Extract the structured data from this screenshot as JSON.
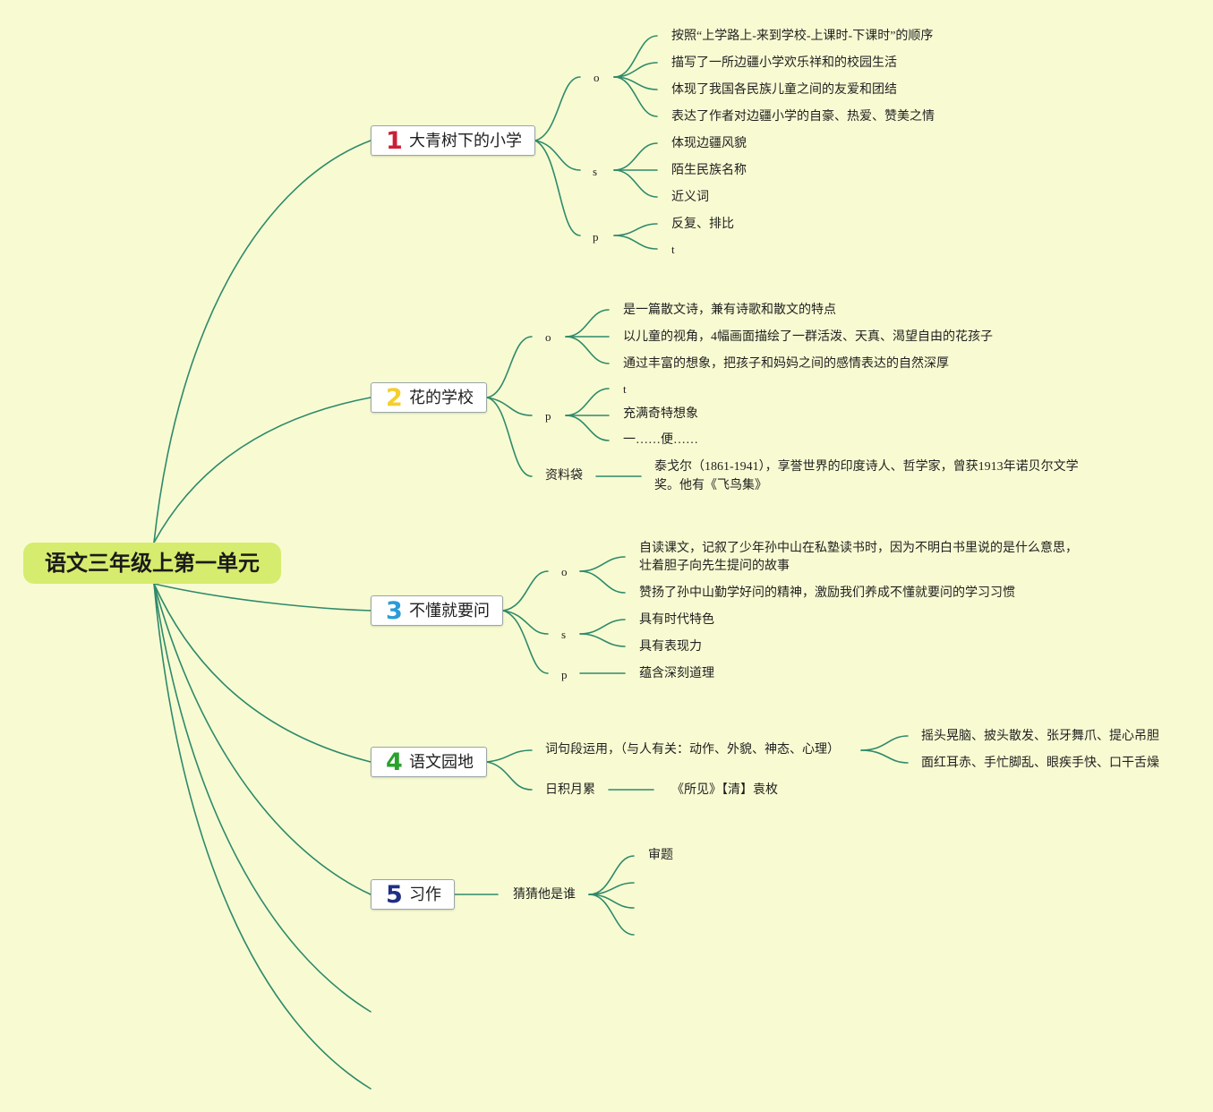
{
  "root": {
    "title": "语文三年级上第一单元"
  },
  "lesson1": {
    "number": "1",
    "title": "大青树下的小学",
    "number_color": "#cc1f36",
    "key_o": "o",
    "key_s": "s",
    "key_p": "p",
    "o_items": [
      "按照“上学路上-来到学校-上课时-下课时”的顺序",
      "描写了一所边疆小学欢乐祥和的校园生活",
      "体现了我国各民族儿童之间的友爱和团结",
      "表达了作者对边疆小学的自豪、热爱、赞美之情"
    ],
    "s_items": [
      "体现边疆风貌",
      "陌生民族名称",
      "近义词"
    ],
    "p_items": [
      "反复、排比",
      "t"
    ]
  },
  "lesson2": {
    "number": "2",
    "title": "花的学校",
    "number_color": "#f4cf2c",
    "key_o": "o",
    "key_p": "p",
    "ziliao_label": "资料袋",
    "o_items": [
      "是一篇散文诗，兼有诗歌和散文的特点",
      "以儿童的视角，4幅画面描绘了一群活泼、天真、渴望自由的花孩子",
      "通过丰富的想象，把孩子和妈妈之间的感情表达的自然深厚"
    ],
    "p_items": [
      "t",
      "充满奇特想象",
      "一……便……"
    ],
    "ziliao_line1": "泰戈尔（1861-1941），享誉世界的印度诗人、哲学家，曾获1913年诺贝尔文学",
    "ziliao_line2": "奖。他有《飞鸟集》"
  },
  "lesson3": {
    "number": "3",
    "title": "不懂就要问",
    "number_color": "#2a9bd8",
    "key_o": "o",
    "key_s": "s",
    "key_p": "p",
    "o_item1_line1": "自读课文，记叙了少年孙中山在私塾读书时，因为不明白书里说的是什么意思，",
    "o_item1_line2": "壮着胆子向先生提问的故事",
    "o_item2": "赞扬了孙中山勤学好问的精神，激励我们养成不懂就要问的学习习惯",
    "s_items": [
      "具有时代特色",
      "具有表现力"
    ],
    "p_items": [
      "蕴含深刻道理"
    ]
  },
  "lesson4": {
    "number": "4",
    "title": "语文园地",
    "number_color": "#2aa12c",
    "ciju_label": "词句段运用，（与人有关：动作、外貌、神态、心理）",
    "ciju_items": [
      "摇头晃脑、披头散发、张牙舞爪、提心吊胆",
      "面红耳赤、手忙脚乱、眼疾手快、口干舌燥"
    ],
    "riji_label": "日积月累",
    "riji_item": "《所见》【清】袁枚"
  },
  "lesson5": {
    "number": "5",
    "title": "习作",
    "number_color": "#1f2f85",
    "sub_label": "猜猜他是谁",
    "sub_items": [
      "审题"
    ]
  },
  "colors": {
    "background": "#f8fbd2",
    "root_fill": "#d6ec6e",
    "connector": "#2e8a6a"
  }
}
